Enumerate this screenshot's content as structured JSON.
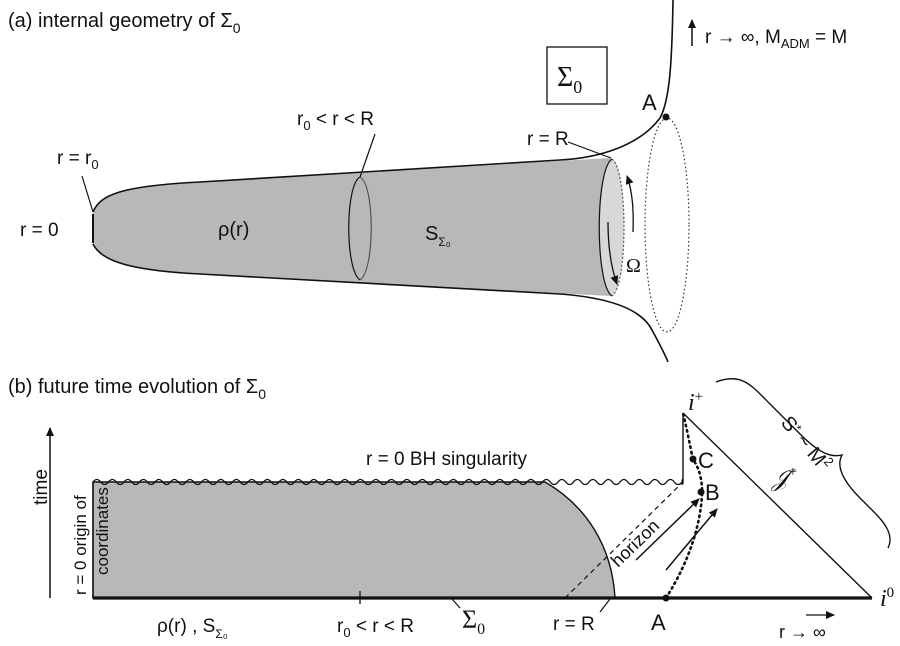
{
  "panel_a": {
    "caption": "(a) internal geometry of Σ",
    "caption_sub": "0",
    "box_label": "Σ",
    "box_sub": "0",
    "infinity_label": "r → ∞,  M",
    "infinity_sub": "ADM",
    "infinity_tail": " = M",
    "point_A": "A",
    "r_R": "r = R",
    "r_mid": "r",
    "r_mid_sub": "0",
    "r_mid_tail": " < r < R",
    "r_r0": "r = r",
    "r_r0_sub": "0",
    "r_zero": "r = 0",
    "rho": "ρ(r)",
    "entropy": "S",
    "entropy_sub": "Σ₀",
    "omega": "Ω"
  },
  "panel_b": {
    "caption": "(b) future time evolution of Σ",
    "caption_sub": "0",
    "time_label": "time",
    "origin_label": "r = 0 origin of",
    "coordinates_label": "coordinates",
    "singularity_label": "r = 0 BH singularity",
    "horizon_label": "horizon",
    "i_plus": "i",
    "i_plus_sup": "+",
    "i_zero": "i",
    "i_zero_sup": "0",
    "scri_plus": "𝒥",
    "scri_sup": "+",
    "entropy_scaling": "S",
    "entropy_scaling_tail": " ~ M",
    "entropy_scaling_sup": "2",
    "point_C": "C",
    "point_B": "B",
    "point_A": "A",
    "rho_entropy": "ρ(r) ,  S",
    "rho_entropy_sub": "Σ₀",
    "mid_range": "r",
    "mid_range_sub": "0",
    "mid_range_tail": " < r < R",
    "sigma": "Σ",
    "sigma_sub": "0",
    "r_R": "r = R",
    "r_infinity": "r → ∞"
  }
}
